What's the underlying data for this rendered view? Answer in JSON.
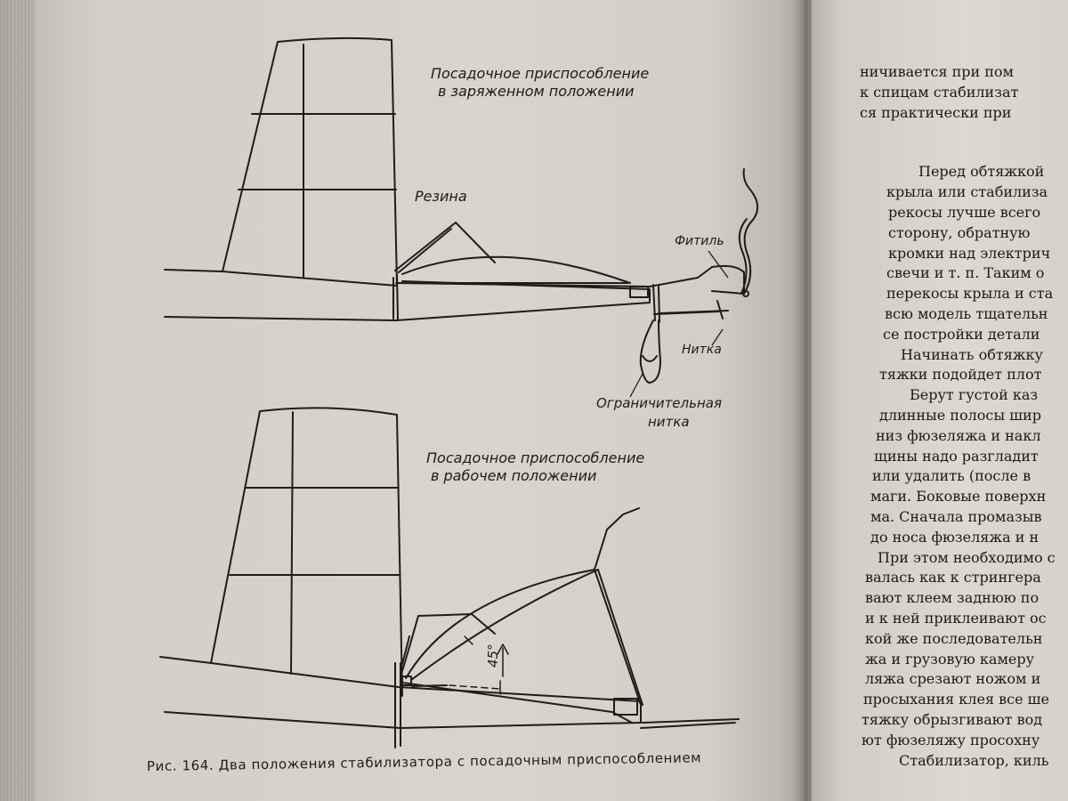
{
  "figure": {
    "labels": {
      "charged_title_line1": "Посадочное приспособление",
      "charged_title_line2": "в заряженном положении",
      "rubber": "Резина",
      "fuse": "Фитиль",
      "thread": "Нитка",
      "limit_thread_line1": "Ограничительная",
      "limit_thread_line2": "нитка",
      "working_title_line1": "Посадочное приспособление",
      "working_title_line2": "в рабочем положении",
      "angle": "45°"
    },
    "caption": "Рис. 164. Два положения стабилизатора с посадочным приспособлением"
  },
  "right_column": {
    "lines": [
      "ничивается при пом",
      "к спицам стабилизат",
      "ся практически при",
      "",
      "Перед обтяжкой",
      "крыла или стабилиза",
      "рекосы лучше всего",
      "сторону, обратную",
      "кромки над электрич",
      "свечи и т. п. Таким о",
      "перекосы крыла и ста",
      "всю модель тщательн",
      "се постройки детали",
      "Начинать обтяжку",
      "тяжки подойдет плот",
      "Берут густой каз",
      "длинные полосы шир",
      "низ фюзеляжа и накл",
      "щины надо разгладит",
      "или удалить (после в",
      "маги. Боковые поверхн",
      "ма. Сначала промазыв",
      "до носа фюзеляжа и н",
      "При этом необходимо с",
      "валась как к стрингера",
      "вают клеем заднюю по",
      "и к ней приклеивают ос",
      "кой же последовательн",
      "жа и грузовую камеру",
      "ляжа срезают ножом и",
      "просыхания клея все ше",
      "тяжку обрызгивают вод",
      "ют фюзеляжу просохну",
      "Стабилизатор, киль"
    ]
  }
}
